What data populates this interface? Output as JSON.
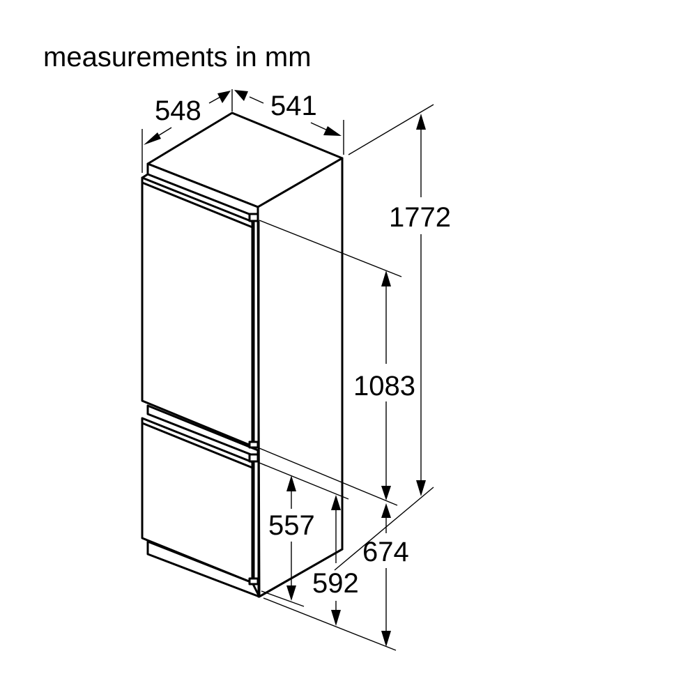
{
  "title": "measurements in mm",
  "dimensions": {
    "depth_left": "548",
    "width_top": "541",
    "total_height": "1772",
    "upper_door_height": "1083",
    "lower_height_a": "557",
    "lower_height_b": "592",
    "lower_height_c": "674"
  },
  "colors": {
    "line": "#000000",
    "background": "#ffffff"
  }
}
